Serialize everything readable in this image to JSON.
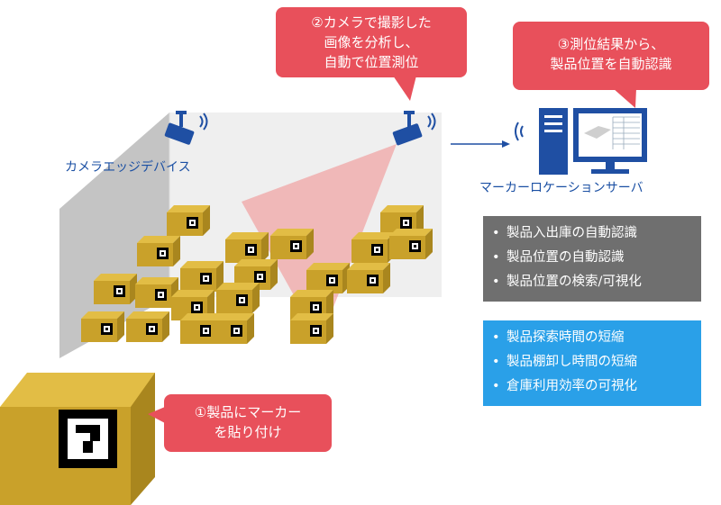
{
  "callouts": {
    "camera": [
      "②カメラで撮影した",
      "画像を分析し、",
      "自動で位置測位"
    ],
    "server": [
      "③測位結果から、",
      "製品位置を自動認識"
    ],
    "marker": [
      "①製品にマーカー",
      "を貼り付け"
    ]
  },
  "labels": {
    "camera_device": "カメラエッジデバイス",
    "server": "マーカーロケーションサーバ"
  },
  "features": [
    "製品入出庫の自動認識",
    "製品位置の自動認識",
    "製品位置の検索/可視化"
  ],
  "benefits": [
    "製品探索時間の短縮",
    "製品棚卸し時間の短縮",
    "倉庫利用効率の可視化"
  ],
  "colors": {
    "callout": "#e8505b",
    "box_front": "#c9a12a",
    "box_top": "#e2bd45",
    "box_side": "#a9861e",
    "camera": "#1f4fa3",
    "gray_panel": "#6f6f6f",
    "blue_panel": "#2aa0e8",
    "view_cone": "#f08a8a"
  }
}
